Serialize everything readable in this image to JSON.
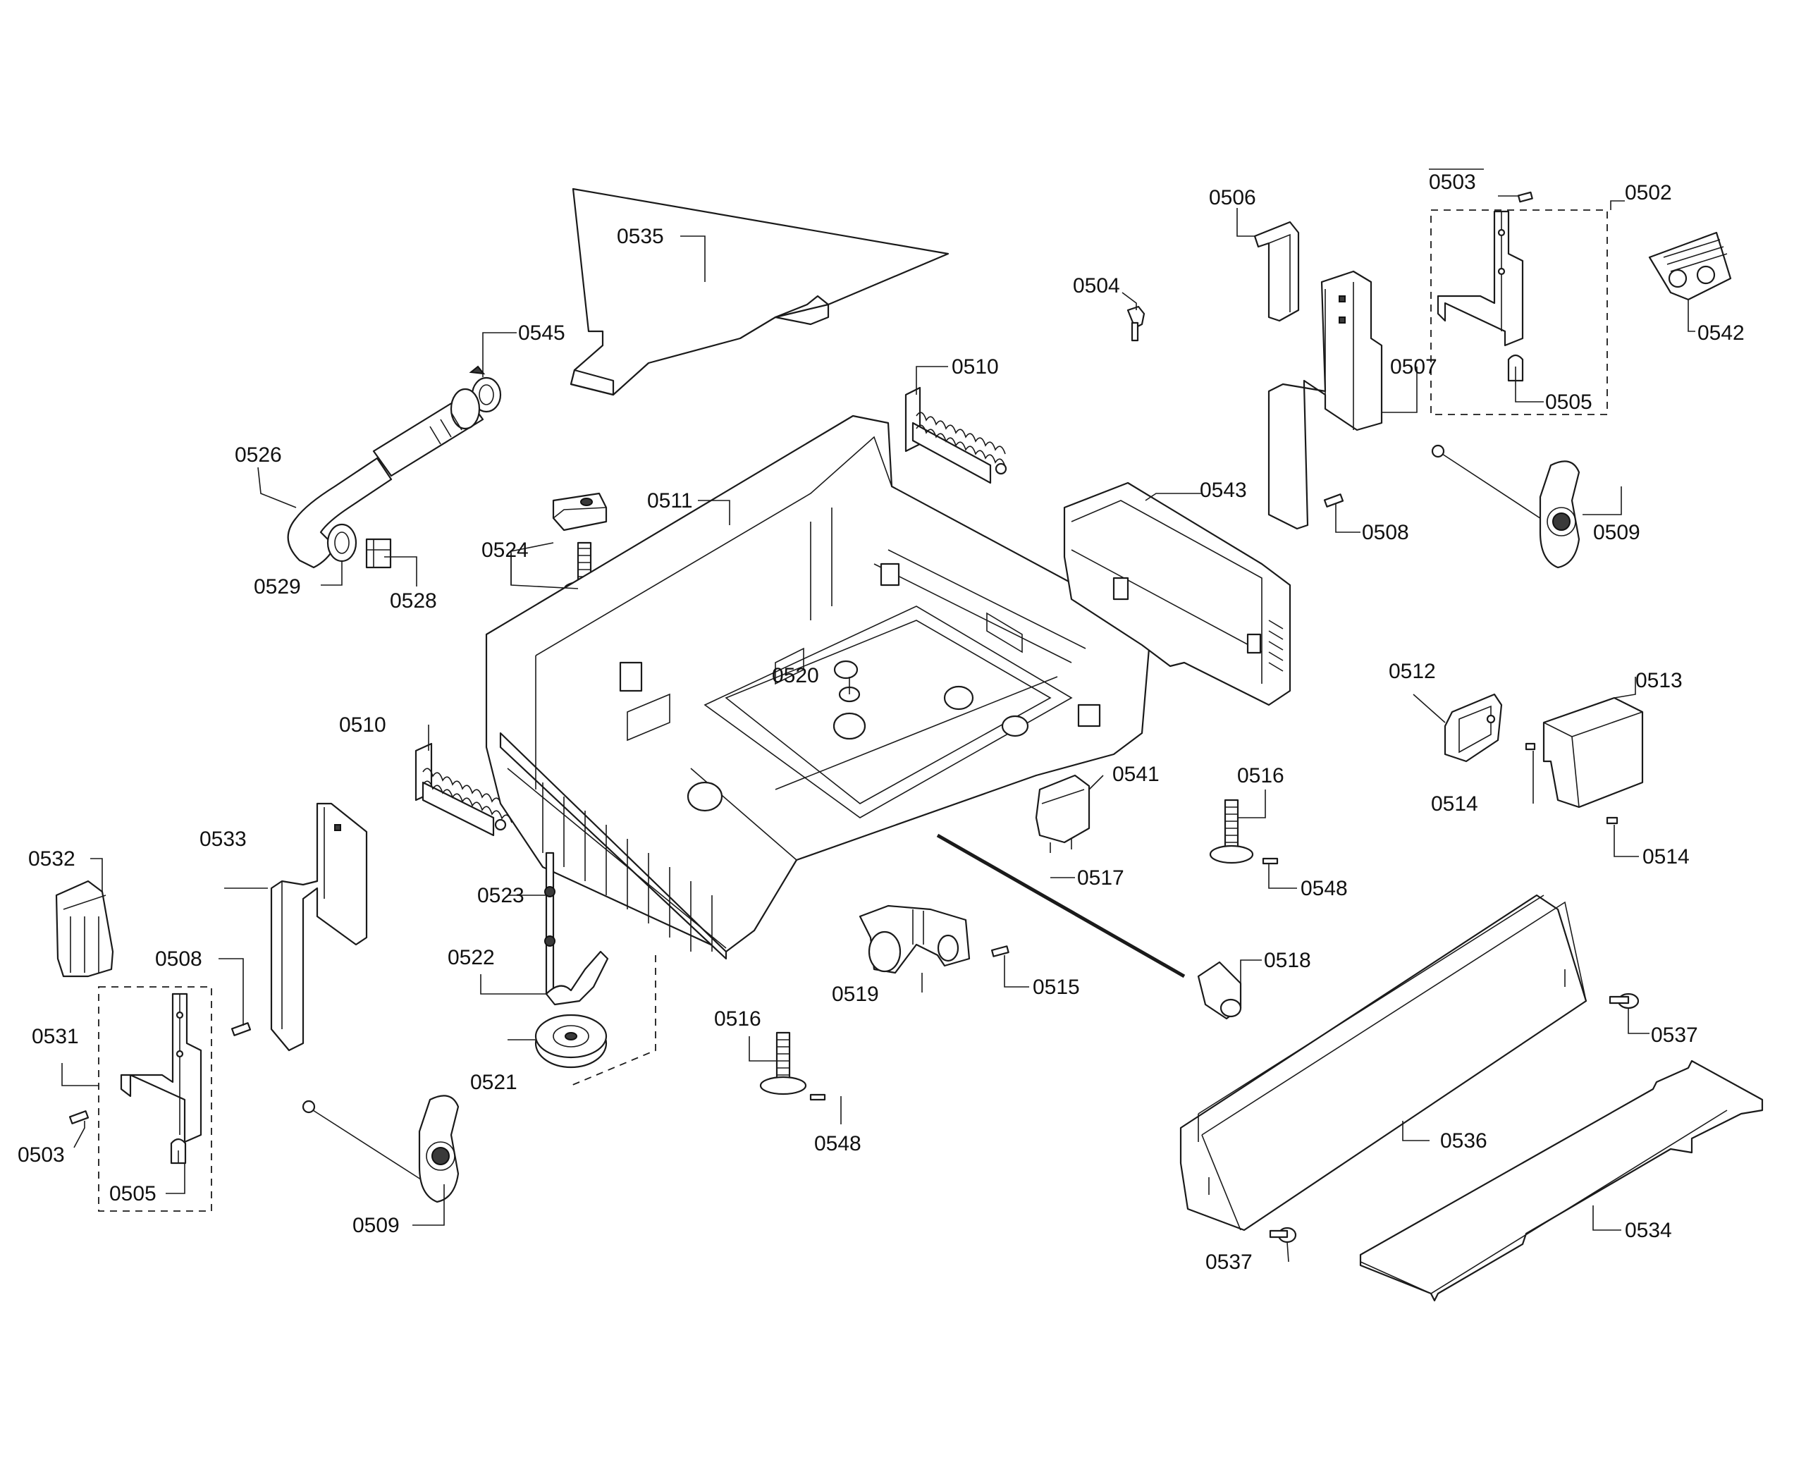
{
  "background": "#ffffff",
  "line_color": "#1a1a1a",
  "callouts": {
    "c0535": "0535",
    "c0545": "0545",
    "c0526": "0526",
    "c0529": "0529",
    "c0528": "0528",
    "c0524": "0524",
    "c0511": "0511",
    "c0510a": "0510",
    "c0510b": "0510",
    "c0520": "0520",
    "c0504": "0504",
    "c0506": "0506",
    "c0503a": "0503",
    "c0502": "0502",
    "c0542": "0542",
    "c0507": "0507",
    "c0505a": "0505",
    "c0543": "0543",
    "c0508a": "0508",
    "c0509a": "0509",
    "c0512": "0512",
    "c0513": "0513",
    "c0514a": "0514",
    "c0514b": "0514",
    "c0541": "0541",
    "c0516a": "0516",
    "c0548a": "0548",
    "c0517": "0517",
    "c0532": "0532",
    "c0533": "0533",
    "c0508b": "0508",
    "c0531": "0531",
    "c0503b": "0503",
    "c0505b": "0505",
    "c0509b": "0509",
    "c0523": "0523",
    "c0522": "0522",
    "c0521": "0521",
    "c0516b": "0516",
    "c0548b": "0548",
    "c0519": "0519",
    "c0515": "0515",
    "c0518": "0518",
    "c0537a": "0537",
    "c0536": "0536",
    "c0537b": "0537",
    "c0534": "0534"
  }
}
